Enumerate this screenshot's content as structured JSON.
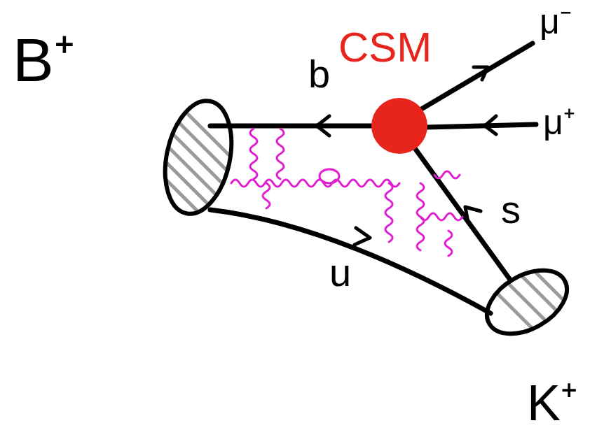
{
  "diagram": {
    "labels": [
      "B⁺",
      "b",
      "CSM",
      "μ⁻",
      "μ⁺",
      "s",
      "u",
      "K⁺"
    ]
  }
}
